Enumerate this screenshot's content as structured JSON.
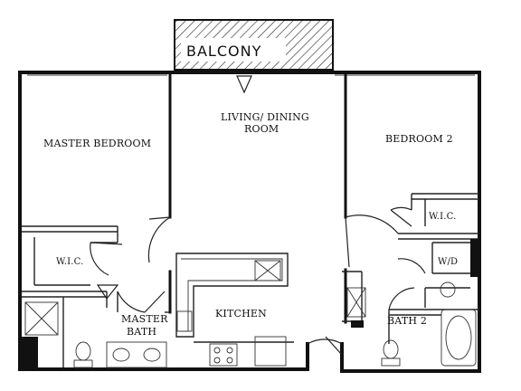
{
  "plan": {
    "rooms": {
      "balcony": "BALCONY",
      "living_line1": "LIVING/ DINING",
      "living_line2": "ROOM",
      "master_bedroom": "MASTER BEDROOM",
      "bedroom2": "BEDROOM 2",
      "wic_left": "W.I.C.",
      "wic_right": "W.I.C.",
      "kitchen": "KITCHEN",
      "master_bath_line1": "MASTER",
      "master_bath_line2": "BATH",
      "bath2": "BATH 2",
      "washer_dryer": "W/D"
    }
  }
}
